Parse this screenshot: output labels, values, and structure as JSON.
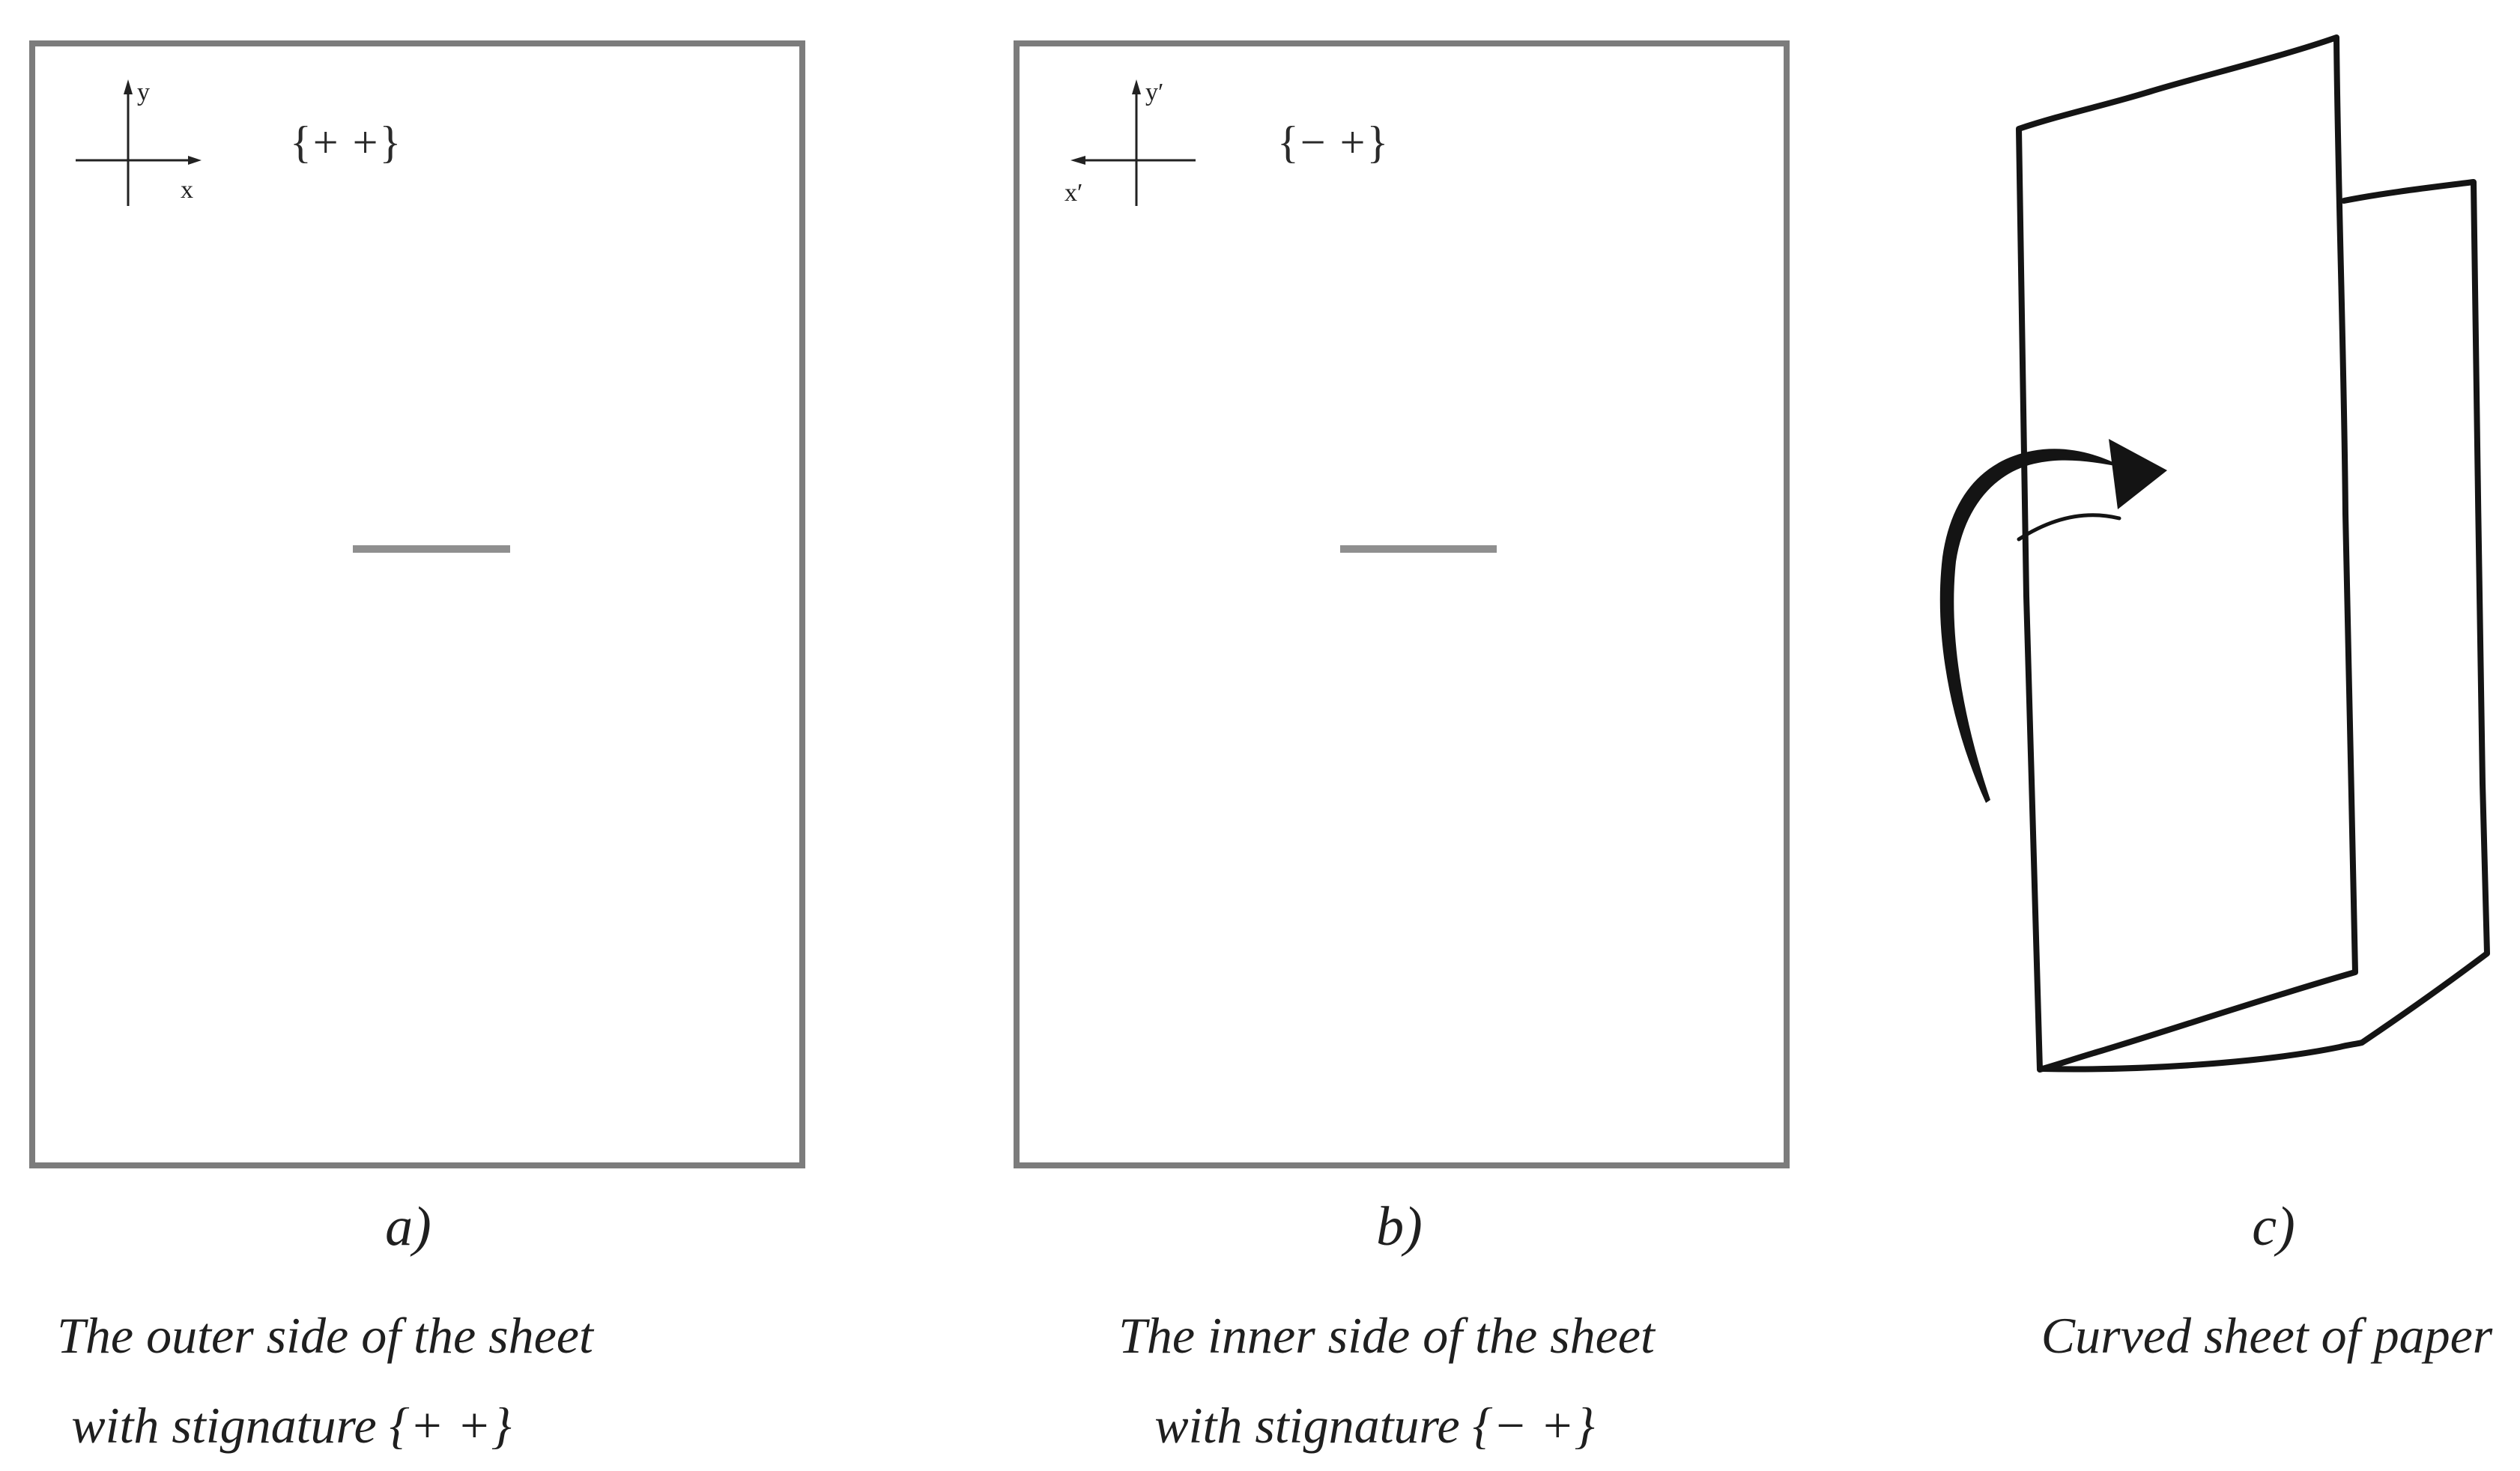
{
  "figure": {
    "panel_a": {
      "label": "a)",
      "signature": "{+ +}",
      "axis_y": "y",
      "axis_x": "x",
      "caption_line1": "The outer side of the sheet",
      "caption_line2": "with stignature {+ +}"
    },
    "panel_b": {
      "label": "b)",
      "signature": "{− +}",
      "axis_y": "y′",
      "axis_x": "x′",
      "caption_line1": "The inner side of the sheet",
      "caption_line2": "with stignature {− +}"
    },
    "panel_c": {
      "label": "c)",
      "caption_line1": "Curved sheet of paper"
    }
  },
  "colors": {
    "background": "#ffffff",
    "panel_border": "#7c7c7c",
    "slit": "#8f8f8f",
    "ink": "#141414",
    "text": "#1f1f1f"
  }
}
